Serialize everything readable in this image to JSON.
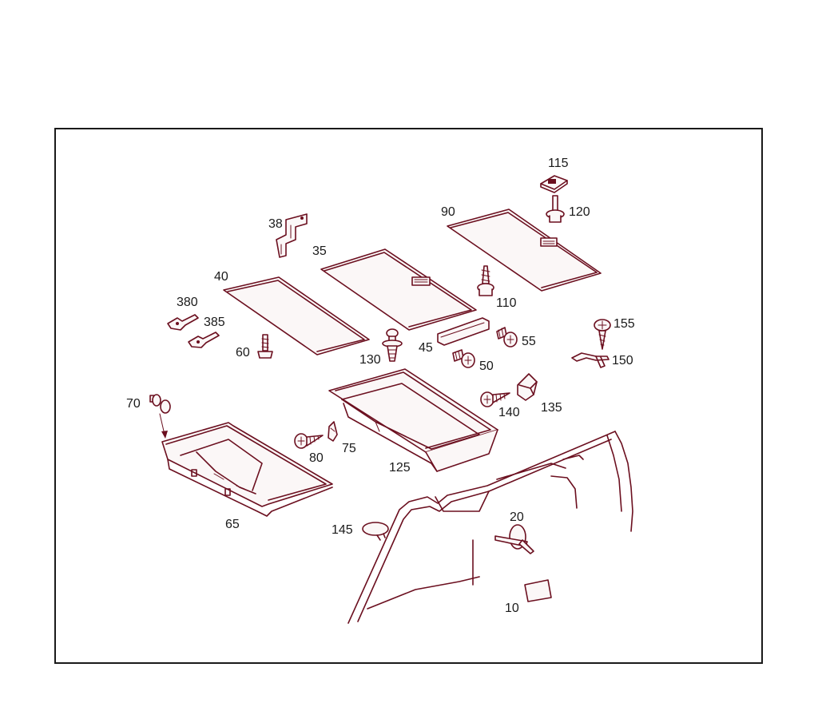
{
  "diagram": {
    "callouts": {
      "p115": "115",
      "p120": "120",
      "p90": "90",
      "p38": "38",
      "p35": "35",
      "p40": "40",
      "p110": "110",
      "p380": "380",
      "p385": "385",
      "p155": "155",
      "p60": "60",
      "p130": "130",
      "p45": "45",
      "p55": "55",
      "p50": "50",
      "p150": "150",
      "p70": "70",
      "p140": "140",
      "p135": "135",
      "p80": "80",
      "p75": "75",
      "p125": "125",
      "p65": "65",
      "p145": "145",
      "p20": "20",
      "p10": "10"
    },
    "colors": {
      "line": "#6b0f1f",
      "frame": "#1a1a1a",
      "text": "#1a1a1a"
    }
  }
}
